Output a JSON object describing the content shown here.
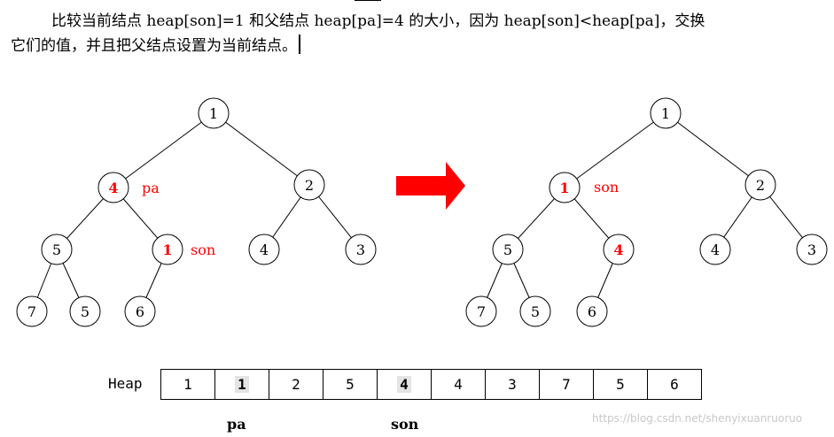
{
  "text": {
    "line1": "比较当前结点 heap[son]=1 和父结点 heap[pa]=4 的大小，因为 heap[son]<heap[pa]，交换",
    "line2": "它们的值，并且把父结点设置为当前结点。"
  },
  "left_tree": {
    "n1": "1",
    "n4": "4",
    "n2": "2",
    "n5a": "5",
    "n1b": "1",
    "n4b": "4",
    "n3": "3",
    "n7": "7",
    "n5b": "5",
    "n6": "6",
    "pa_label": "pa",
    "son_label": "son"
  },
  "right_tree": {
    "n1": "1",
    "n1b": "1",
    "n2": "2",
    "n5a": "5",
    "n4": "4",
    "n4b": "4",
    "n3": "3",
    "n7": "7",
    "n5b": "5",
    "n6": "6",
    "son_label": "son"
  },
  "heap": {
    "label": "Heap",
    "cells": [
      "1",
      "1",
      "2",
      "5",
      "4",
      "4",
      "3",
      "7",
      "5",
      "6"
    ],
    "pa": "pa",
    "son": "son"
  },
  "colors": {
    "highlight": "#ff0000",
    "arrow": "#ff0000"
  },
  "watermark": "https://blog.csdn.net/shenyixuanruoruo"
}
